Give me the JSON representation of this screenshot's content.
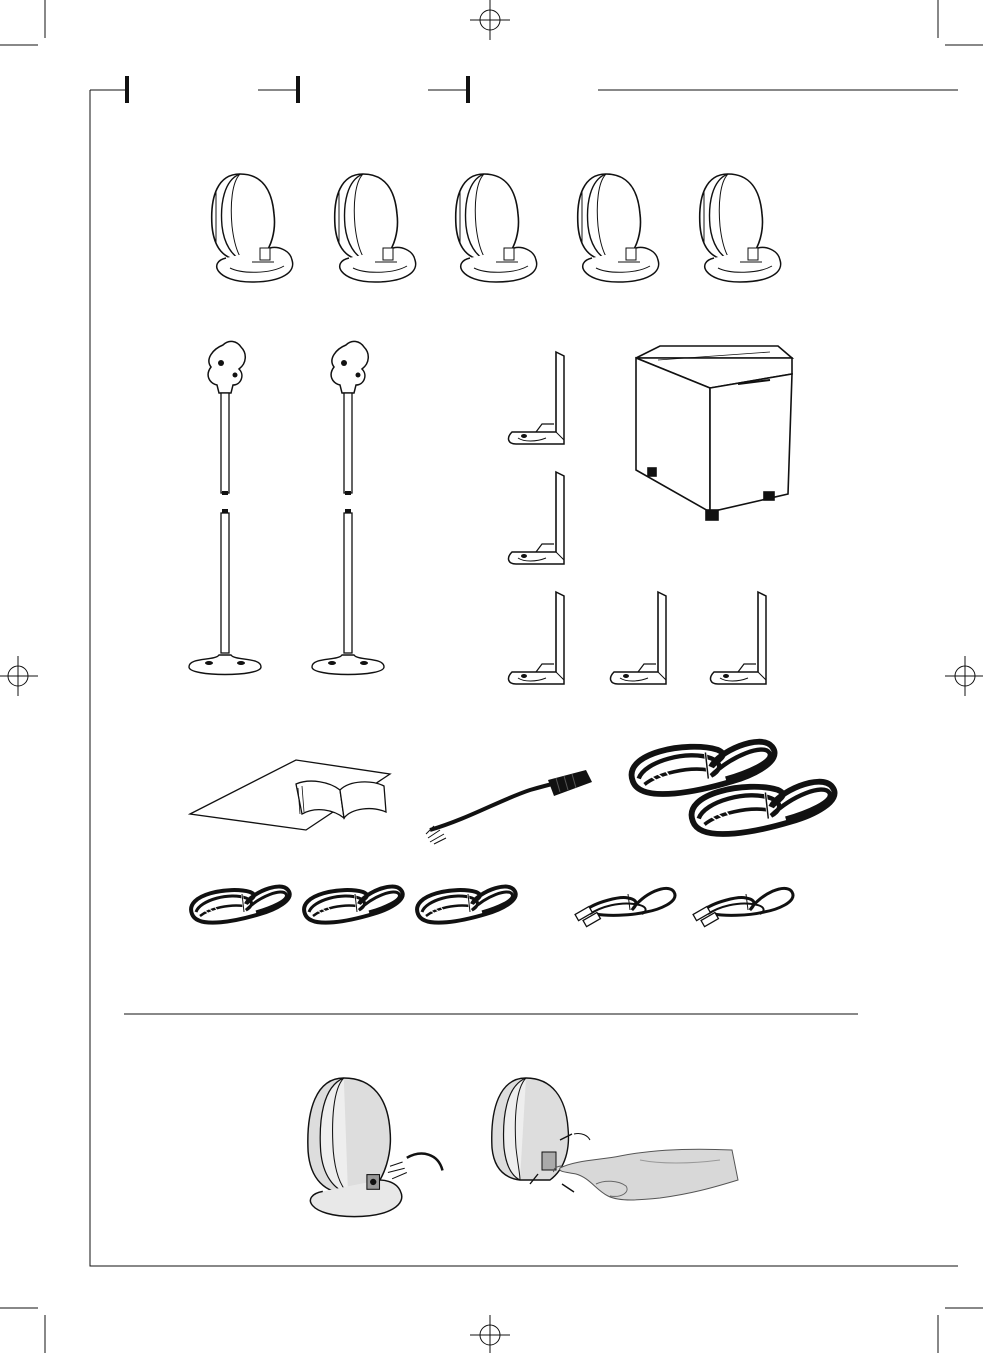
{
  "page": {
    "background": "#ffffff",
    "ink": "#1a1a1a"
  },
  "icons": {
    "speakers": "satellite-speaker-icon",
    "stand": "floor-stand-icon",
    "wall_bracket": "wall-bracket-icon",
    "subwoofer": "subwoofer-icon",
    "manual": "manual-booklet-icon",
    "adapter_cable": "adapter-cable-icon",
    "speaker_cable": "speaker-cable-coil-icon",
    "rca_cable": "rca-cable-coil-icon",
    "hand": "hand-pointing-icon"
  },
  "counts": {
    "satellite_speakers": 5,
    "floor_stands": 2,
    "wall_brackets": 5,
    "long_speaker_cables": 2,
    "short_speaker_cables": 3,
    "rca_cables": 2
  }
}
